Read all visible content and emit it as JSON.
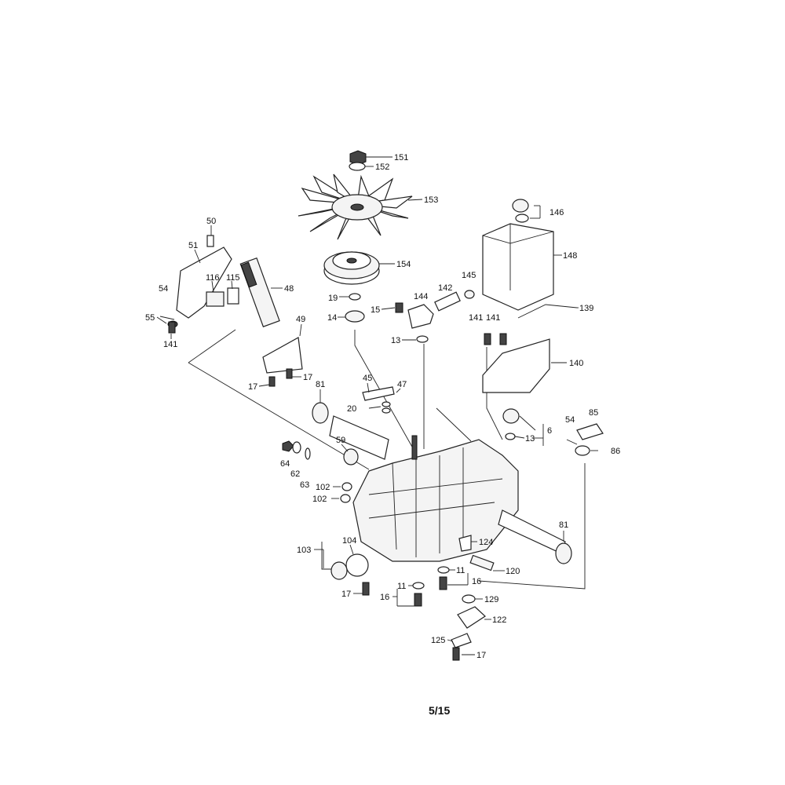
{
  "diagram": {
    "page_label": "5/15",
    "callouts": [
      "151",
      "152",
      "153",
      "146",
      "148",
      "154",
      "145",
      "142",
      "144",
      "19",
      "15",
      "14",
      "139",
      "13",
      "141",
      "141",
      "140",
      "50",
      "51",
      "116",
      "115",
      "48",
      "54",
      "55",
      "141",
      "49",
      "17",
      "17",
      "81",
      "45",
      "47",
      "20",
      "6",
      "13",
      "54",
      "85",
      "86",
      "59",
      "64",
      "62",
      "63",
      "102",
      "102",
      "81",
      "124",
      "103",
      "104",
      "120",
      "11",
      "16",
      "11",
      "16",
      "17",
      "129",
      "122",
      "125",
      "17"
    ]
  }
}
